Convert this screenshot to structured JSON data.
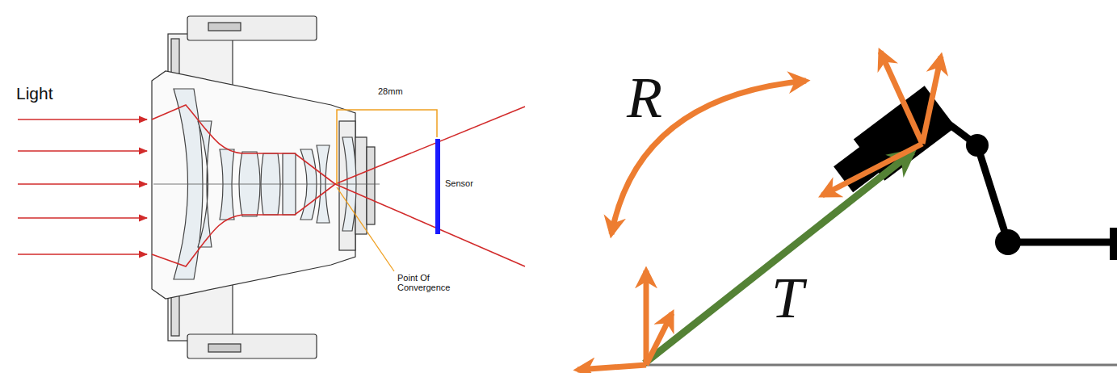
{
  "diagram": {
    "labels": [
      "Light",
      "28mm",
      "Sensor",
      "Point Of Convergence",
      "R",
      "T⃗"
    ]
  }
}
